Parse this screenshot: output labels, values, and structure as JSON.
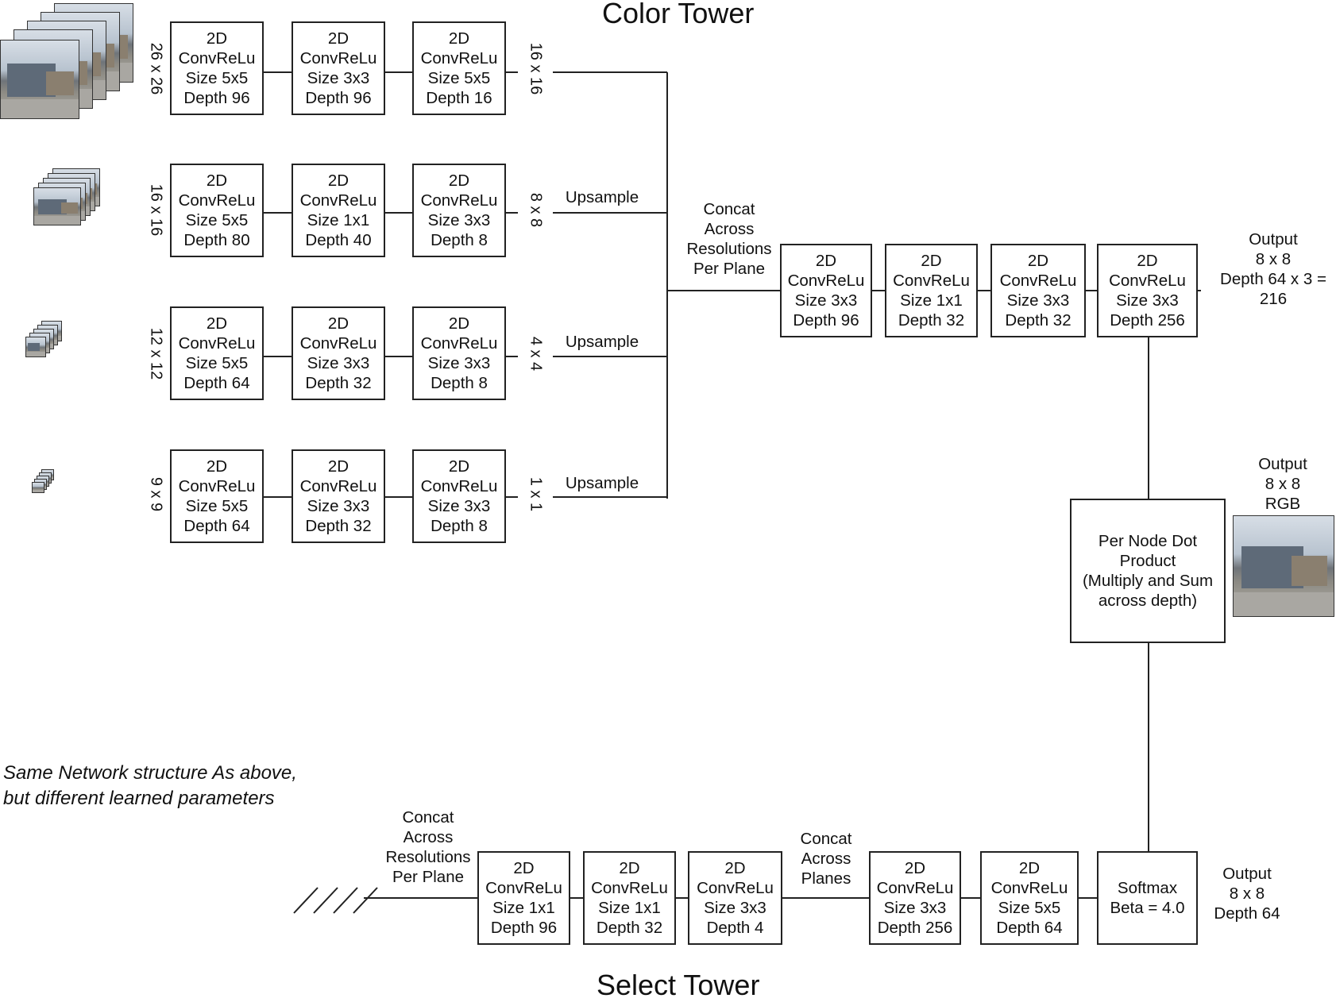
{
  "color_tower_title": "Color Tower",
  "select_tower_title": "Select Tower",
  "rows": [
    {
      "input_size": "26 x 26",
      "boxes": [
        "2D\nConvReLu\nSize 5x5\nDepth 96",
        "2D\nConvReLu\nSize 3x3\nDepth 96",
        "2D\nConvReLu\nSize 5x5\nDepth 16"
      ],
      "output_size": "16 x 16",
      "upsample": ""
    },
    {
      "input_size": "16 x 16",
      "boxes": [
        "2D\nConvReLu\nSize 5x5\nDepth 80",
        "2D\nConvReLu\nSize 1x1\nDepth 40",
        "2D\nConvReLu\nSize 3x3\nDepth 8"
      ],
      "output_size": "8 x 8",
      "upsample": "Upsample"
    },
    {
      "input_size": "12 x 12",
      "boxes": [
        "2D\nConvReLu\nSize 5x5\nDepth 64",
        "2D\nConvReLu\nSize 3x3\nDepth 32",
        "2D\nConvReLu\nSize 3x3\nDepth 8"
      ],
      "output_size": "4 x 4",
      "upsample": "Upsample"
    },
    {
      "input_size": "9 x 9",
      "boxes": [
        "2D\nConvReLu\nSize 5x5\nDepth 64",
        "2D\nConvReLu\nSize 3x3\nDepth 32",
        "2D\nConvReLu\nSize 3x3\nDepth 8"
      ],
      "output_size": "1 x 1",
      "upsample": "Upsample"
    }
  ],
  "concat_color": "Concat\nAcross\nResolutions\nPer Plane",
  "color_chain": [
    "2D\nConvReLu\nSize 3x3\nDepth 96",
    "2D\nConvReLu\nSize 1x1\nDepth 32",
    "2D\nConvReLu\nSize 3x3\nDepth 32",
    "2D\nConvReLu\nSize 3x3\nDepth 256"
  ],
  "color_output": "Output\n8 x 8\nDepth 64 x 3 =\n216",
  "rgb_output": "Output\n8 x 8\nRGB",
  "dot_product": "Per Node Dot\nProduct\n(Multiply and Sum\nacross depth)",
  "select_note": "Same Network structure As above,\nbut different learned parameters",
  "concat_select": "Concat\nAcross\nResolutions\nPer Plane",
  "select_chain_a": [
    "2D\nConvReLu\nSize 1x1\nDepth 96",
    "2D\nConvReLu\nSize 1x1\nDepth 32",
    "2D\nConvReLu\nSize 3x3\nDepth 4"
  ],
  "concat_planes": "Concat\nAcross\nPlanes",
  "select_chain_b": [
    "2D\nConvReLu\nSize 3x3\nDepth 256",
    "2D\nConvReLu\nSize 5x5\nDepth 64"
  ],
  "softmax": "Softmax\nBeta = 4.0",
  "select_output": "Output\n8 x 8\nDepth 64"
}
